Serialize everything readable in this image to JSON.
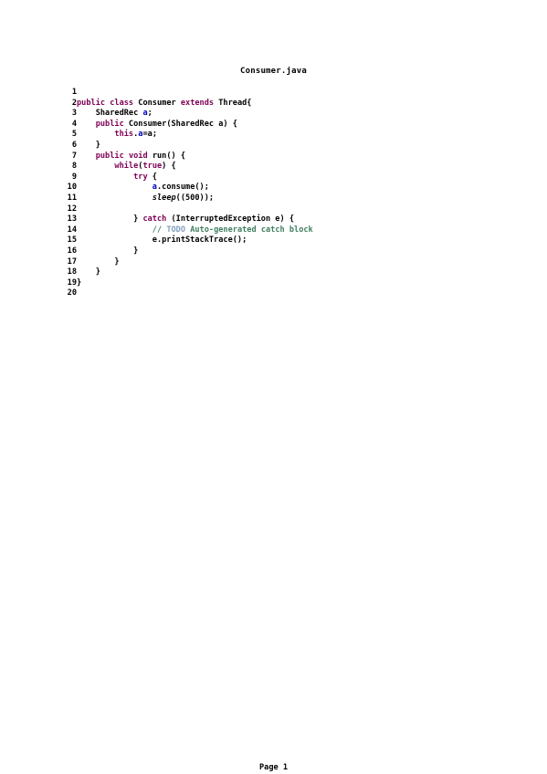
{
  "document": {
    "title": "Consumer.java",
    "footer": "Page 1"
  },
  "colors": {
    "keyword": "#7f0055",
    "field": "#0000c0",
    "comment": "#3f7f5f",
    "todo": "#7f9fbf"
  },
  "code": {
    "lines": [
      {
        "n": "1",
        "tokens": []
      },
      {
        "n": "2",
        "tokens": [
          [
            "kw",
            "public"
          ],
          [
            "t",
            " "
          ],
          [
            "kw",
            "class"
          ],
          [
            "t",
            " Consumer "
          ],
          [
            "kw",
            "extends"
          ],
          [
            "t",
            " Thread{"
          ]
        ]
      },
      {
        "n": "3",
        "tokens": [
          [
            "t",
            "    SharedRec "
          ],
          [
            "fld",
            "a"
          ],
          [
            "t",
            ";"
          ]
        ]
      },
      {
        "n": "4",
        "tokens": [
          [
            "t",
            "    "
          ],
          [
            "kw",
            "public"
          ],
          [
            "t",
            " Consumer(SharedRec a) {"
          ]
        ]
      },
      {
        "n": "5",
        "tokens": [
          [
            "t",
            "        "
          ],
          [
            "kw",
            "this"
          ],
          [
            "t",
            "."
          ],
          [
            "fld",
            "a"
          ],
          [
            "t",
            "=a;"
          ]
        ]
      },
      {
        "n": "6",
        "tokens": [
          [
            "t",
            "    }"
          ]
        ]
      },
      {
        "n": "7",
        "tokens": [
          [
            "t",
            "    "
          ],
          [
            "kw",
            "public"
          ],
          [
            "t",
            " "
          ],
          [
            "kw",
            "void"
          ],
          [
            "t",
            " run() {"
          ]
        ]
      },
      {
        "n": "8",
        "tokens": [
          [
            "t",
            "        "
          ],
          [
            "kw",
            "while"
          ],
          [
            "t",
            "("
          ],
          [
            "kw",
            "true"
          ],
          [
            "t",
            ") {"
          ]
        ]
      },
      {
        "n": "9",
        "tokens": [
          [
            "t",
            "            "
          ],
          [
            "kw",
            "try"
          ],
          [
            "t",
            " {"
          ]
        ]
      },
      {
        "n": "10",
        "tokens": [
          [
            "t",
            "                "
          ],
          [
            "fld",
            "a"
          ],
          [
            "t",
            ".consume();"
          ]
        ]
      },
      {
        "n": "11",
        "tokens": [
          [
            "t",
            "                "
          ],
          [
            "stat",
            "sleep"
          ],
          [
            "t",
            "((500));"
          ]
        ]
      },
      {
        "n": "12",
        "tokens": []
      },
      {
        "n": "13",
        "tokens": [
          [
            "t",
            "            } "
          ],
          [
            "kw",
            "catch"
          ],
          [
            "t",
            " (InterruptedException e) {"
          ]
        ]
      },
      {
        "n": "14",
        "tokens": [
          [
            "t",
            "                "
          ],
          [
            "com",
            "// "
          ],
          [
            "todo",
            "TODO"
          ],
          [
            "com",
            " Auto-generated catch block"
          ]
        ]
      },
      {
        "n": "15",
        "tokens": [
          [
            "t",
            "                e.printStackTrace();"
          ]
        ]
      },
      {
        "n": "16",
        "tokens": [
          [
            "t",
            "            }"
          ]
        ]
      },
      {
        "n": "17",
        "tokens": [
          [
            "t",
            "        }"
          ]
        ]
      },
      {
        "n": "18",
        "tokens": [
          [
            "t",
            "    }"
          ]
        ]
      },
      {
        "n": "19",
        "tokens": [
          [
            "t",
            "}"
          ]
        ]
      },
      {
        "n": "20",
        "tokens": []
      }
    ]
  }
}
